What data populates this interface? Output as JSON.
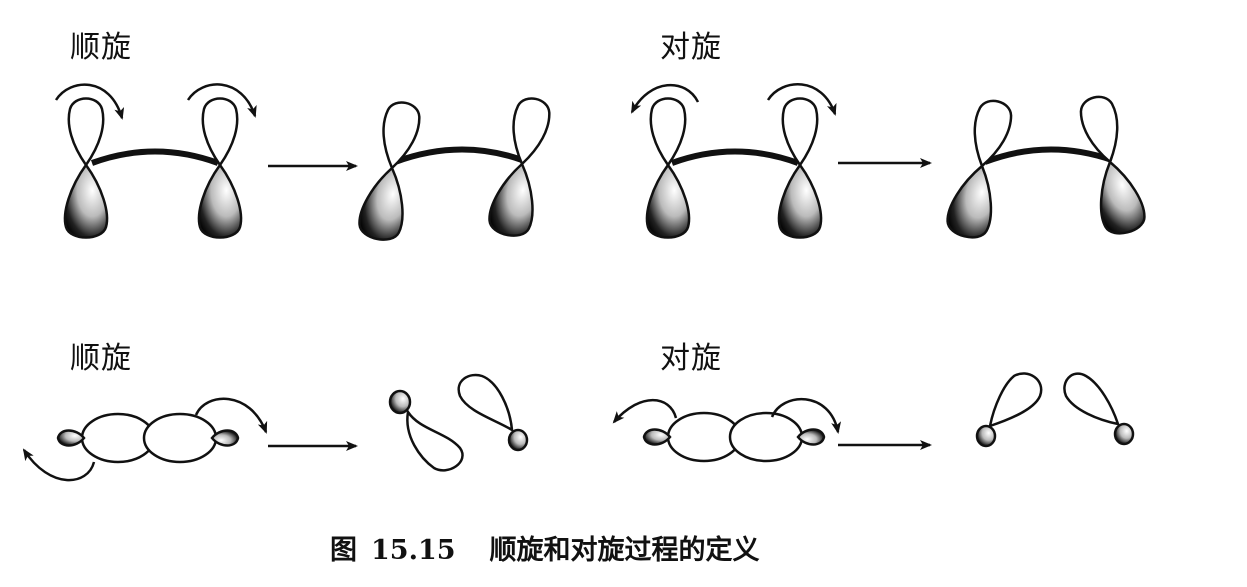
{
  "figure": {
    "panels": [
      {
        "id": "conrotatory-top",
        "label": "顺旋",
        "view": "side",
        "motion": "conrotatory"
      },
      {
        "id": "disrotatory-top",
        "label": "对旋",
        "view": "side",
        "motion": "disrotatory"
      },
      {
        "id": "conrotatory-bottom",
        "label": "顺旋",
        "view": "end-on",
        "motion": "conrotatory"
      },
      {
        "id": "disrotatory-bottom",
        "label": "对旋",
        "view": "end-on",
        "motion": "disrotatory"
      }
    ],
    "caption": {
      "prefix": "图",
      "number": "15.15",
      "text": "顺旋和对旋过程的定义"
    },
    "colors": {
      "ink": "#111111",
      "background": "#ffffff"
    }
  }
}
